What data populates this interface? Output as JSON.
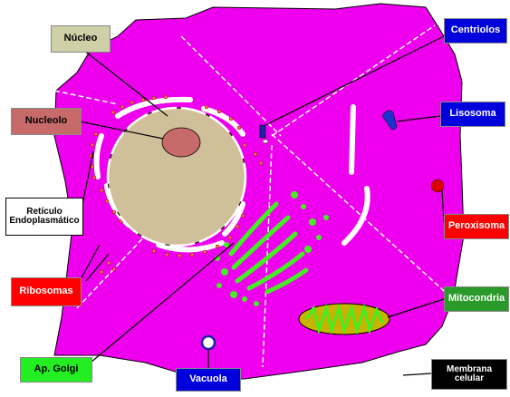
{
  "colors": {
    "cytoplasm": "#ee00ee",
    "nucleus": "#cfc09a",
    "nucleolus": "#c66a6a",
    "golgi": "#44ee22",
    "mitochondrion": "#c8b400",
    "ribosome": "#ff6a6a"
  },
  "labels": {
    "nucleo": "Núcleo",
    "nucleolo": "Nucleolo",
    "reticulo": "Retículo Endoplasmático",
    "ribosomas": "Ribosomas",
    "golgi": "Ap. Golgi",
    "vacuola": "Vacuola",
    "centriolos": "Centriolos",
    "lisosoma": "Lisosoma",
    "peroxisoma": "Peroxisoma",
    "mitocondria": "Mitocondria",
    "membrana": "Membrana celular"
  }
}
